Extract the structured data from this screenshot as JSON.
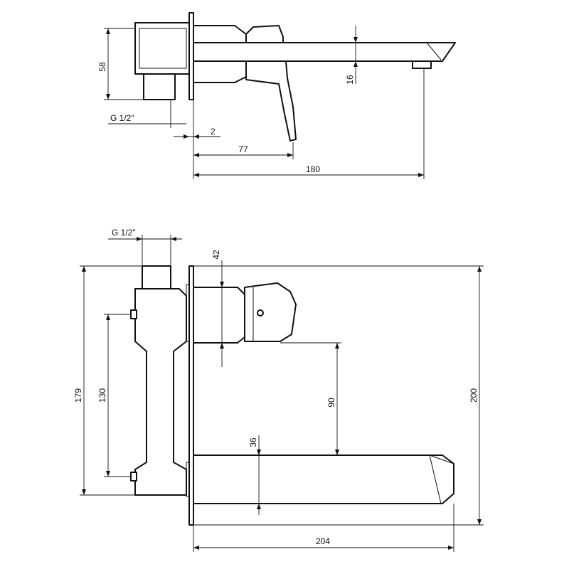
{
  "side_view": {
    "dim_height": "58",
    "dim_thread": "G 1/2\"",
    "dim_plate": "2",
    "dim_lever": "77",
    "dim_reach": "180",
    "dim_spout": "16"
  },
  "front_view": {
    "dim_thread": "G 1/2\"",
    "dim_lever_width": "42",
    "dim_total_height": "179",
    "dim_inlet_spacing": "130",
    "dim_lever_to_spout": "90",
    "dim_spout_width": "36",
    "dim_plate_height": "200",
    "dim_length": "204"
  },
  "colors": {
    "line": "#111111",
    "background": "#ffffff"
  }
}
